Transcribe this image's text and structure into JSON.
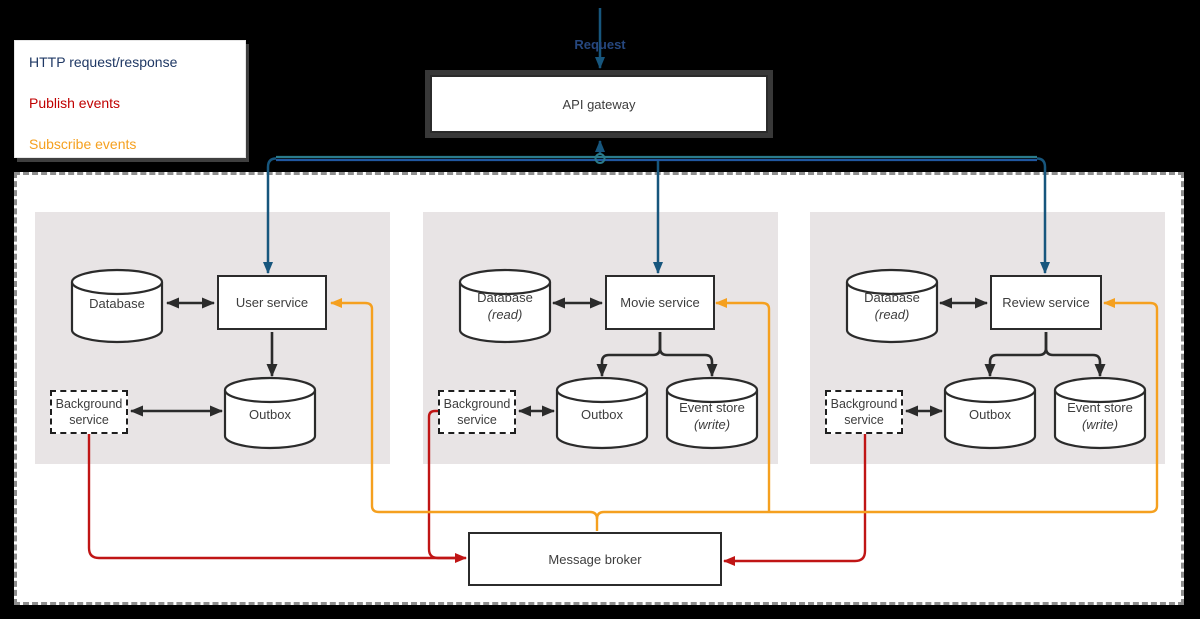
{
  "legend": {
    "items": [
      {
        "label": "HTTP request/response",
        "color": "#1f3864"
      },
      {
        "label": "Publish events",
        "color": "#c00000"
      },
      {
        "label": "Subscribe events",
        "color": "#f5a01f"
      }
    ]
  },
  "request_flow": {
    "label": "Request"
  },
  "api_gateway": {
    "label": "API gateway"
  },
  "message_broker": {
    "label": "Message broker"
  },
  "services": [
    {
      "name": "User service",
      "database": {
        "label": "Database",
        "annotation": ""
      },
      "outbox": {
        "label": "Outbox"
      },
      "background": {
        "label": "Background service"
      }
    },
    {
      "name": "Movie service",
      "database": {
        "label": "Database",
        "annotation": "(read)"
      },
      "outbox": {
        "label": "Outbox"
      },
      "event_store": {
        "label": "Event store",
        "annotation": "(write)"
      },
      "background": {
        "label": "Background service"
      }
    },
    {
      "name": "Review service",
      "database": {
        "label": "Database",
        "annotation": "(read)"
      },
      "outbox": {
        "label": "Outbox"
      },
      "event_store": {
        "label": "Event store",
        "annotation": "(write)"
      },
      "background": {
        "label": "Background service"
      }
    }
  ],
  "colors": {
    "http_request_response_line": "#17567d",
    "http_bus_teal": "#2a7b8c",
    "http_bus_blue": "#2057a0",
    "publish_events_line": "#c01515",
    "subscribe_events_line": "#f5a01f",
    "node_border": "#2b2b2b",
    "panel_background": "#e8e4e5",
    "canvas_background": "#000000"
  }
}
